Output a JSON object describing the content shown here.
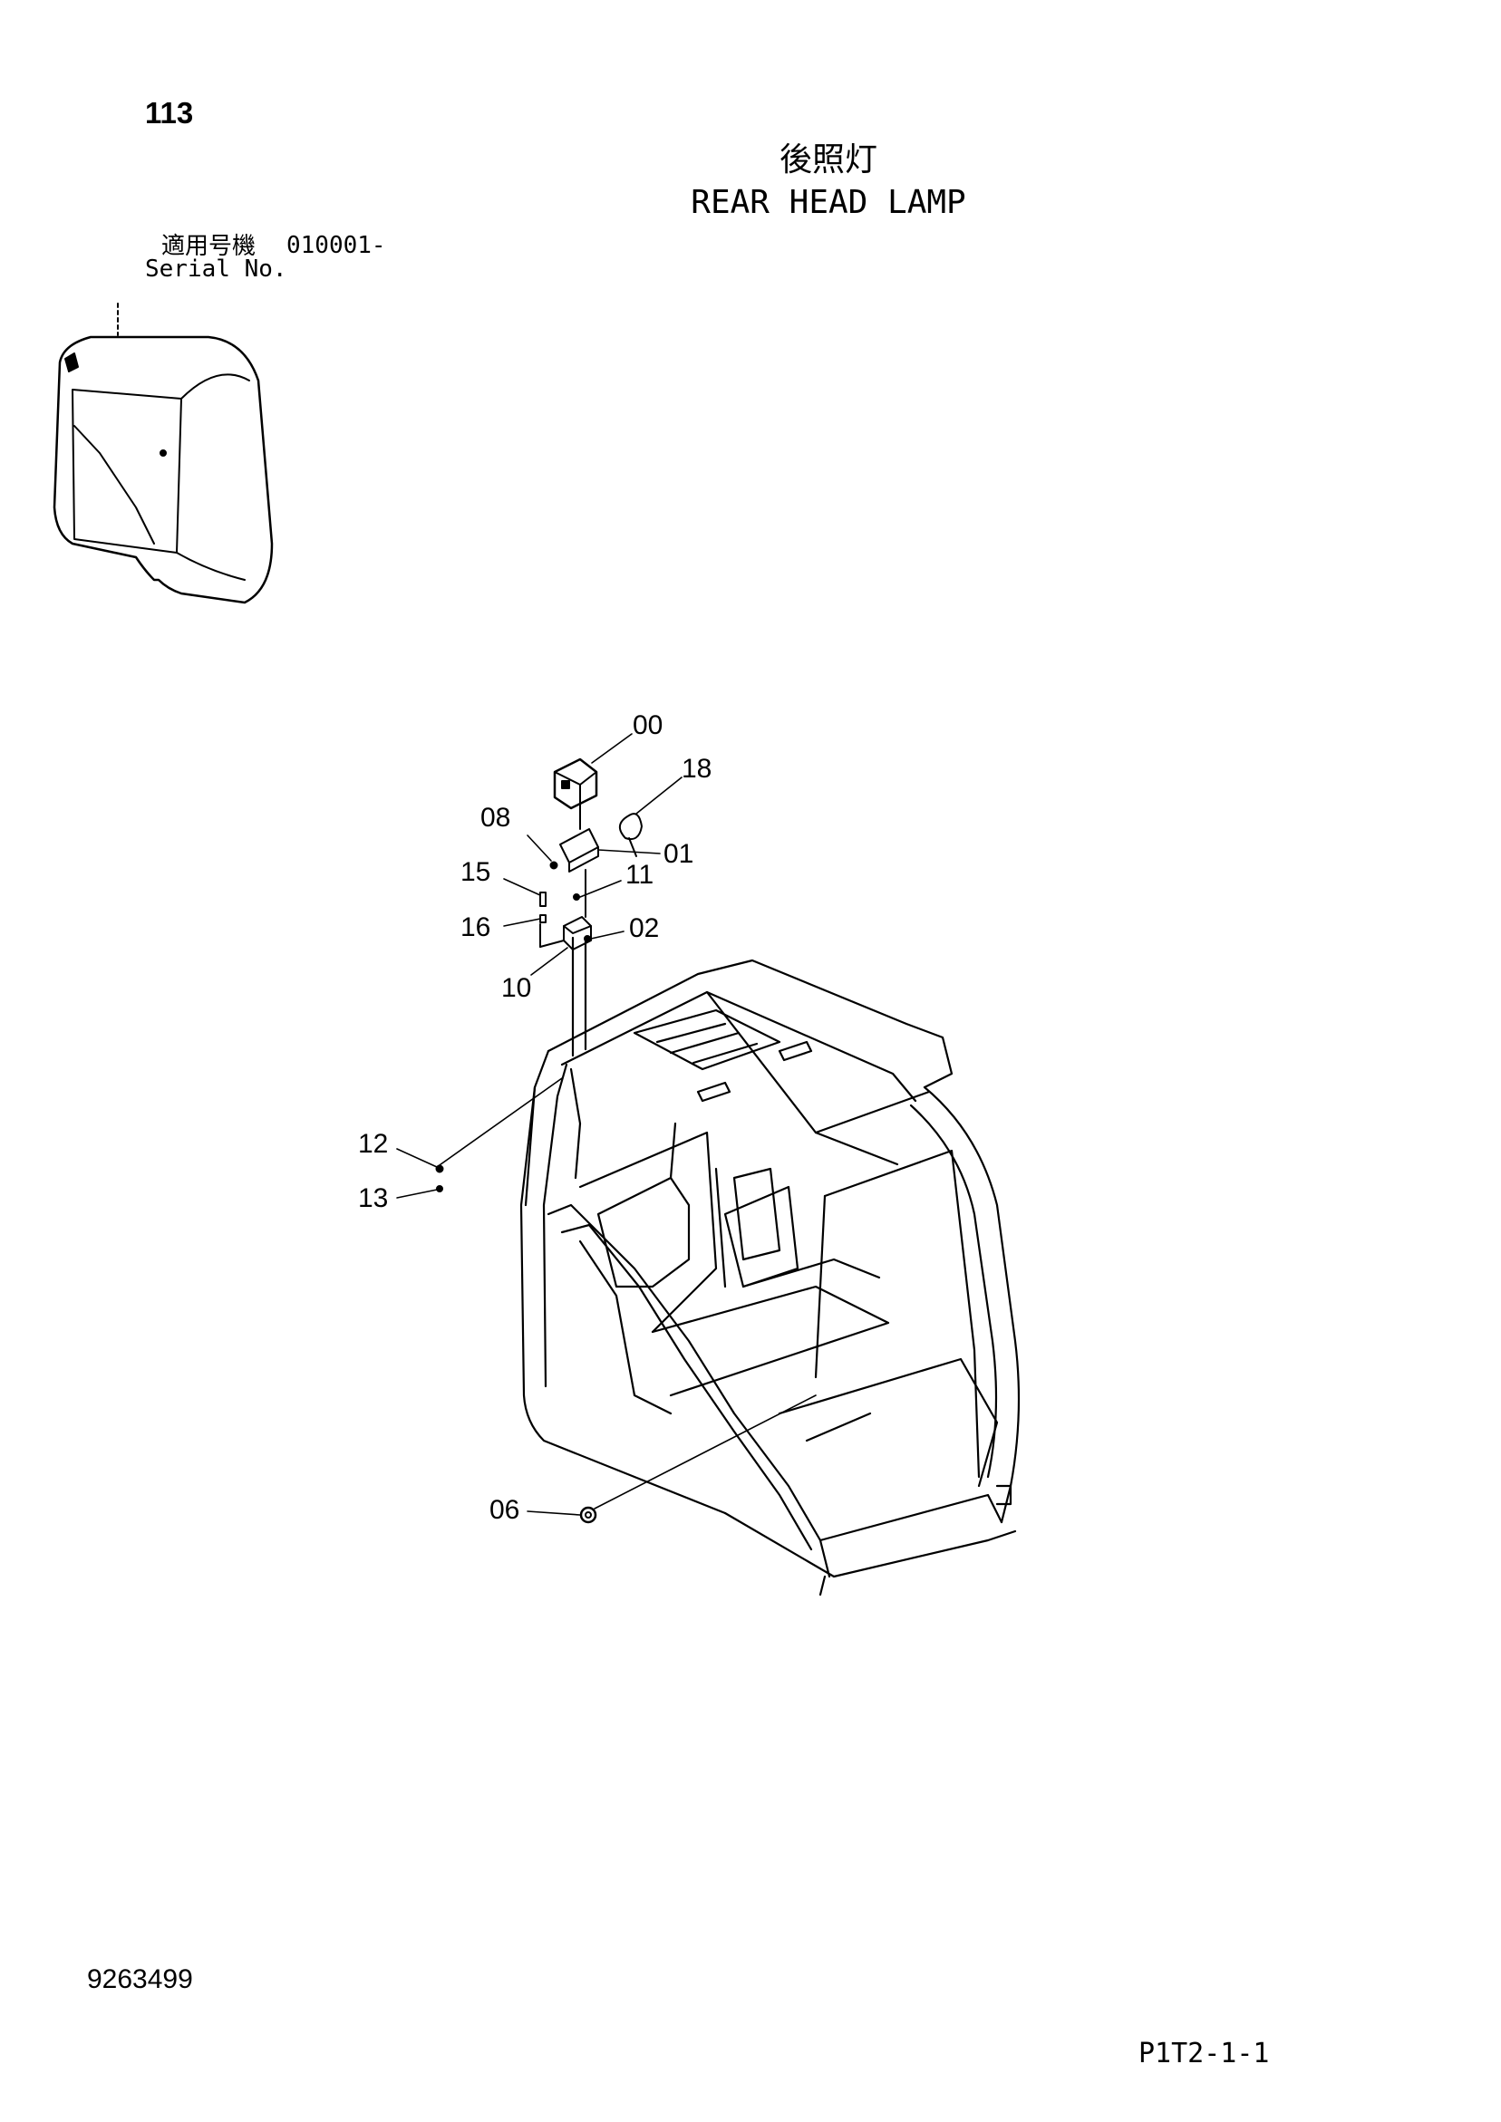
{
  "header": {
    "page_number": "113",
    "title_ja": "後照灯",
    "title_en": "REAR HEAD LAMP",
    "serial_label_ja": "適用号機",
    "serial_value": "010001-",
    "serial_label_en": "Serial No."
  },
  "callouts": [
    "00",
    "18",
    "08",
    "01",
    "15",
    "11",
    "16",
    "02",
    "10",
    "12",
    "13",
    "06"
  ],
  "footer": {
    "doc_number": "9263499",
    "page_code": "P1T2-1-1"
  }
}
